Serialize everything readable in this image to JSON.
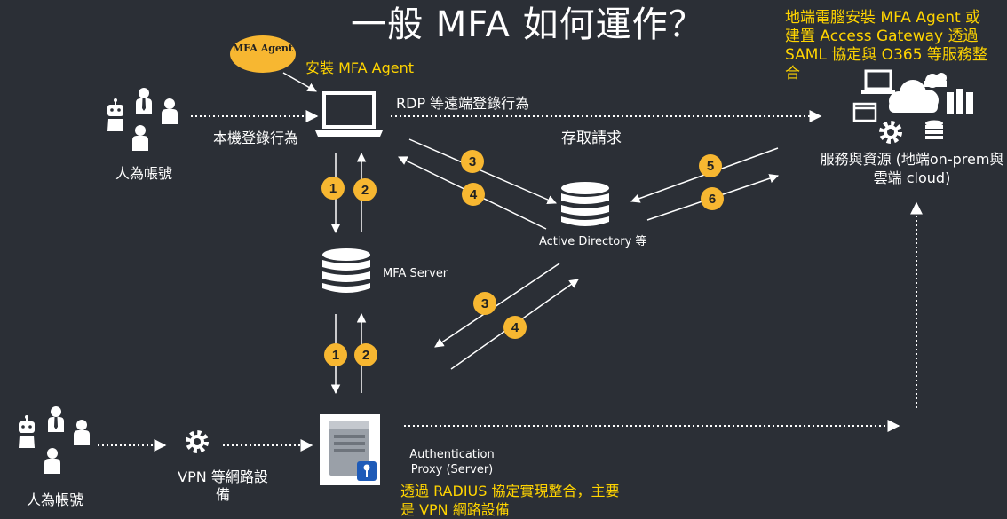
{
  "title": "一般 MFA 如何運作？",
  "notes": {
    "top_right": "地端電腦安裝 MFA Agent 或建置 Access Gateway 透過 SAML 協定與 O365 等服務整合",
    "bottom": "透過 RADIUS 協定實現整合，主要是 VPN 網路設備"
  },
  "labels": {
    "mfa_agent_pill": "MFA Agent",
    "install_agent": "安裝 MFA Agent",
    "rdp_remote": "RDP 等遠端登錄行為",
    "access_request": "存取請求",
    "local_login": "本機登錄行為",
    "human_account_top": "人為帳號",
    "human_account_bottom": "人為帳號",
    "active_directory": "Active Directory 等",
    "mfa_server": "MFA Server",
    "auth_proxy": "Authentication Proxy (Server)",
    "vpn_devices": "VPN 等網路設備",
    "services": "服務與資源 (地端on-prem與雲端 cloud)"
  },
  "steps": {
    "laptop_mfa_1": "1",
    "laptop_mfa_2": "2",
    "mfa_proxy_1": "1",
    "mfa_proxy_2": "2",
    "laptop_ad_3": "3",
    "laptop_ad_4": "4",
    "mfa_ad_3": "3",
    "mfa_ad_4": "4",
    "ad_services_5": "5",
    "ad_services_6": "6"
  },
  "colors": {
    "background": "#2b2f36",
    "accent": "#ffd400",
    "badge": "#f7b731",
    "line": "#ffffff"
  },
  "icons": {
    "people": "people-group-icon",
    "laptop": "laptop-icon",
    "database": "database-icon",
    "gear": "gear-icon",
    "server": "server-key-icon",
    "cloud": "cloud-services-icon"
  }
}
